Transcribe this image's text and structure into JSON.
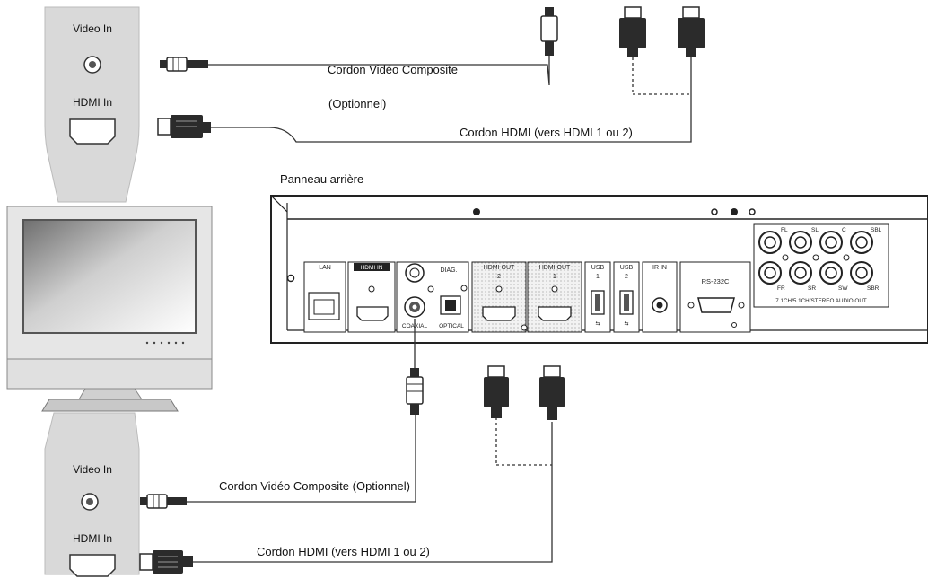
{
  "tv_panel_top": {
    "video_in_label": "Video In",
    "hdmi_in_label": "HDMI In"
  },
  "tv_panel_bottom": {
    "video_in_label": "Video In",
    "hdmi_in_label": "HDMI In"
  },
  "cables_top": {
    "composite_label": "Cordon Vidéo Composite",
    "optional_label": "(Optionnel)",
    "hdmi_label": "Cordon HDMI (vers HDMI 1 ou 2)"
  },
  "cables_bottom": {
    "composite_label": "Cordon Vidéo Composite  (Optionnel)",
    "hdmi_label": "Cordon HDMI (vers HDMI 1 ou 2)"
  },
  "rear_panel": {
    "title": "Panneau arrière",
    "lan": "LAN",
    "hdmi_in": "HDMI IN",
    "diag": "DIAG.",
    "coaxial": "COAXIAL",
    "optical": "OPTICAL",
    "hdmi_out_2_line1": "HDMI OUT",
    "hdmi_out_2_line2": "2",
    "hdmi_out_1_line1": "HDMI OUT",
    "hdmi_out_1_line2": "1",
    "usb1_line1": "USB",
    "usb1_line2": "1",
    "usb2_line1": "USB",
    "usb2_line2": "2",
    "ir_in": "IR IN",
    "rs232c": "RS-232C",
    "audio_fl": "FL",
    "audio_sl": "SL",
    "audio_c": "C",
    "audio_sbl": "SBL",
    "audio_fr": "FR",
    "audio_sr": "SR",
    "audio_sw": "SW",
    "audio_sbr": "SBR",
    "audio_out_label": "7.1CH/5.1CH/STEREO AUDIO OUT"
  },
  "colors": {
    "panel_gray": "#d9d9d9",
    "line": "#333333",
    "connector": "#2b2b2b"
  }
}
